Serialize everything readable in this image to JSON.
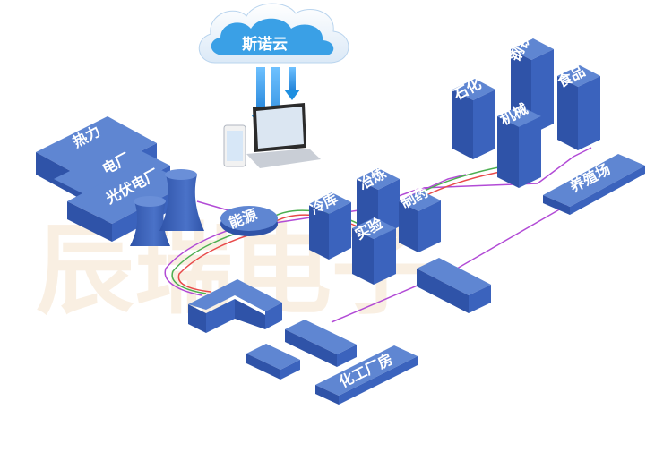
{
  "cloud": {
    "label": "斯诺云"
  },
  "watermark": "辰瑞电子",
  "labels": {
    "heat": "热力",
    "power_plant": "电厂",
    "pv_plant": "光伏电厂",
    "energy": "能源",
    "cold_storage": "冷库",
    "smelting": "冶炼",
    "pharma": "制药",
    "lab": "实验",
    "petrochem": "石化",
    "steel": "钢铁",
    "machinery": "机械",
    "food": "食品",
    "breeding": "养殖场",
    "chem_factory": "化工厂房"
  },
  "colors": {
    "block_top": "#5f86d2",
    "block_left": "#2f53a8",
    "block_right": "#3b63bd",
    "line_purple": "#b24bd6",
    "line_green": "#4caf50",
    "line_red": "#e84a4a",
    "cloud_blue": "#3aa0e6",
    "arrow_blue": "#1e8fe0"
  }
}
